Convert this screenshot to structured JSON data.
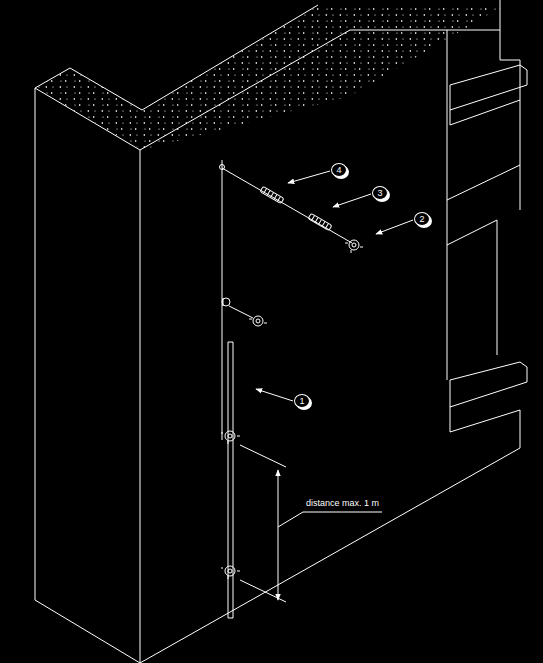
{
  "diagram": {
    "nodes": [
      {
        "text": [
          "4"
        ]
      },
      {
        "text": [
          "3"
        ]
      },
      {
        "text": [
          "2"
        ]
      },
      {
        "text": [
          "1"
        ]
      }
    ],
    "labels": [
      "distance max. 1 m"
    ]
  }
}
